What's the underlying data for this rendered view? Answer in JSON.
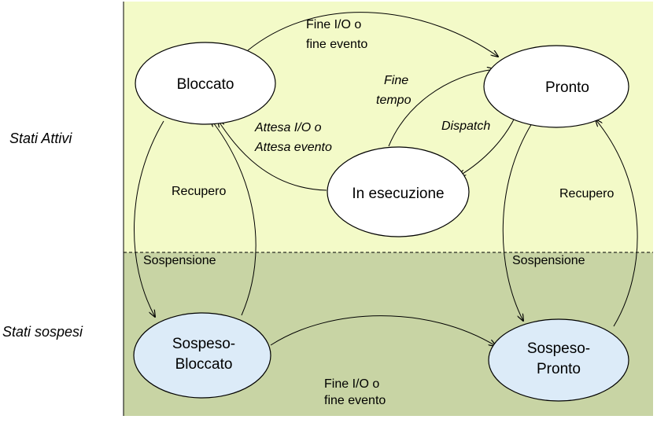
{
  "rows": {
    "active": "Stati Attivi",
    "suspended": "Stati sospesi"
  },
  "states": {
    "blocked": "Bloccato",
    "ready": "Pronto",
    "running": "In esecuzione",
    "suspended_blocked": [
      "Sospeso-",
      "Bloccato"
    ],
    "suspended_ready": [
      "Sospeso-",
      "Pronto"
    ]
  },
  "transitions": {
    "io_end_top": [
      "Fine I/O o",
      "fine evento"
    ],
    "time_end": [
      "Fine",
      "tempo"
    ],
    "dispatch": "Dispatch",
    "wait": [
      "Attesa I/O o",
      "Attesa evento"
    ],
    "recovery_left": "Recupero",
    "recovery_right": "Recupero",
    "suspension_left": "Sospensione",
    "suspension_right": "Sospensione",
    "io_end_bottom": [
      "Fine I/O o",
      "fine evento"
    ]
  },
  "colors": {
    "active_zone": "#F3FAC8",
    "suspended_zone": "#C8D4A4",
    "active_state": "#FFFFFF",
    "suspended_state": "#DCEBF8"
  }
}
